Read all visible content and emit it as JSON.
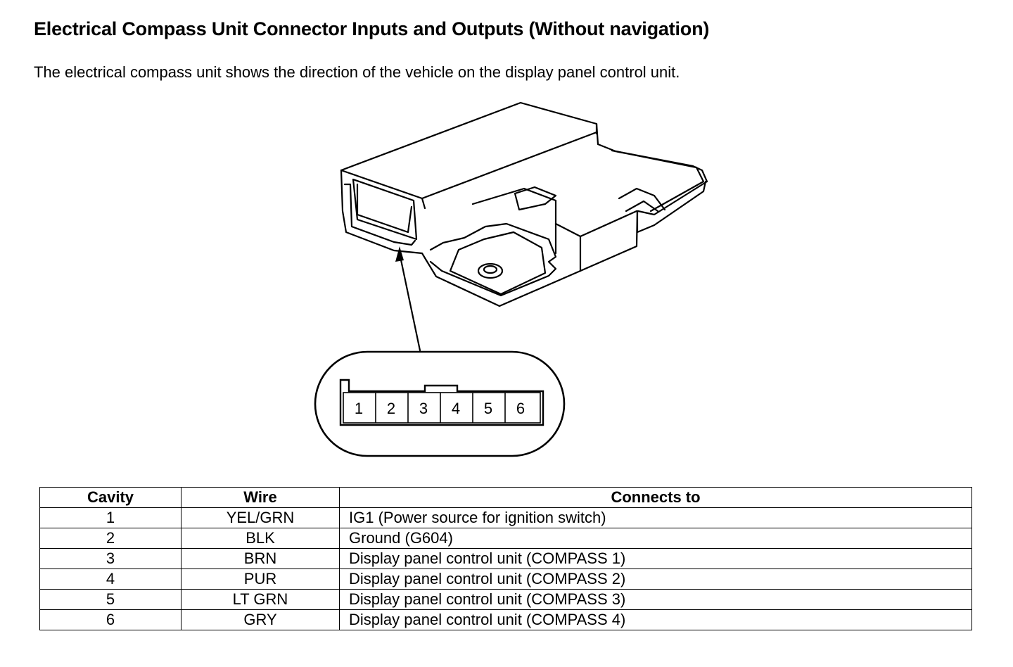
{
  "document": {
    "title": "Electrical Compass Unit Connector Inputs and Outputs (Without navigation)",
    "description": "The electrical compass unit shows the direction of the vehicle on the display panel control unit."
  },
  "connector": {
    "cavities": [
      "1",
      "2",
      "3",
      "4",
      "5",
      "6"
    ]
  },
  "table": {
    "headers": [
      "Cavity",
      "Wire",
      "Connects to"
    ],
    "rows": [
      {
        "cavity": "1",
        "wire": "YEL/GRN",
        "connects_to": "IG1 (Power source for ignition switch)"
      },
      {
        "cavity": "2",
        "wire": "BLK",
        "connects_to": "Ground (G604)"
      },
      {
        "cavity": "3",
        "wire": "BRN",
        "connects_to": "Display panel control unit (COMPASS 1)"
      },
      {
        "cavity": "4",
        "wire": "PUR",
        "connects_to": "Display panel control unit (COMPASS 2)"
      },
      {
        "cavity": "5",
        "wire": "LT GRN",
        "connects_to": "Display panel control unit (COMPASS 3)"
      },
      {
        "cavity": "6",
        "wire": "GRY",
        "connects_to": "Display panel control unit (COMPASS 4)"
      }
    ]
  }
}
